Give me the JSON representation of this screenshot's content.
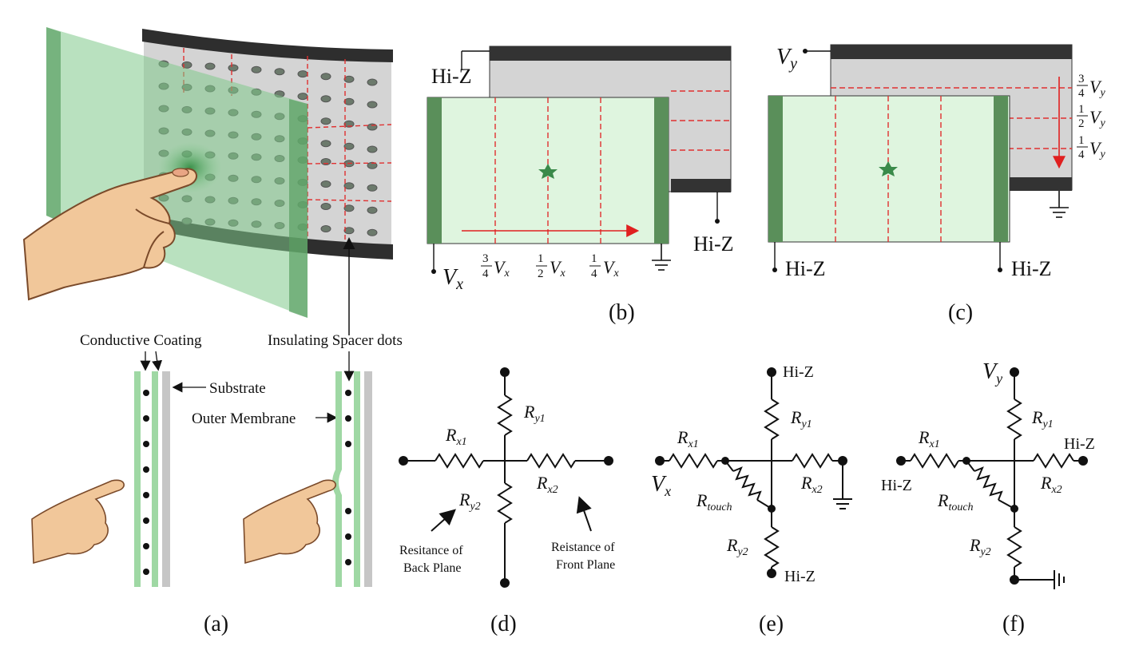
{
  "panel_a": {
    "caption": "(a)",
    "label_conductive": "Conductive Coating",
    "label_insulating": "Insulating Spacer dots",
    "label_substrate": "Substrate",
    "label_outer": "Outer Membrane"
  },
  "panel_b": {
    "caption": "(b)",
    "hiz_top": "Hi-Z",
    "hiz_right": "Hi-Z",
    "vx_main": "V",
    "vx_sub": "x",
    "frac_3": "3",
    "frac_2": "1",
    "frac_1": "1",
    "den_3": "4",
    "den_2": "2",
    "den_1": "4",
    "v_label": "V",
    "x_sub": "x"
  },
  "panel_c": {
    "caption": "(c)",
    "vy_main": "V",
    "vy_sub": "y",
    "hiz_left": "Hi-Z",
    "hiz_right": "Hi-Z",
    "num_3": "3",
    "num_2": "1",
    "num_1": "1",
    "den_3": "4",
    "den_2": "2",
    "den_1": "4",
    "v_label": "V",
    "y_sub": "y"
  },
  "panel_d": {
    "caption": "(d)",
    "r_label": "R",
    "rx1": "x1",
    "rx2": "x2",
    "ry1": "y1",
    "ry2": "y2",
    "back_1": "Resitance of",
    "back_2": "Back Plane",
    "front_1": "Reistance of",
    "front_2": "Front Plane"
  },
  "panel_e": {
    "caption": "(e)",
    "hiz_top": "Hi-Z",
    "hiz_bottom": "Hi-Z",
    "vx_main": "V",
    "vx_sub": "x",
    "r_label": "R",
    "rx1": "x1",
    "rx2": "x2",
    "ry1": "y1",
    "ry2": "y2",
    "rtouch": "touch"
  },
  "panel_f": {
    "caption": "(f)",
    "vy_main": "V",
    "vy_sub": "y",
    "hiz_left": "Hi-Z",
    "hiz_right": "Hi-Z",
    "r_label": "R",
    "rx1": "x1",
    "rx2": "x2",
    "ry1": "y1",
    "ry2": "y2",
    "rtouch": "touch"
  },
  "colors": {
    "green_film": "#7fc98a",
    "green_edge": "#5a8f5a",
    "light_green": "#dff5df",
    "gray_plane": "#d4d4d4",
    "dark_bar": "#333333",
    "dashed_red": "#e03030",
    "arrow_red": "#e02020",
    "star_green": "#3a8a4a"
  }
}
